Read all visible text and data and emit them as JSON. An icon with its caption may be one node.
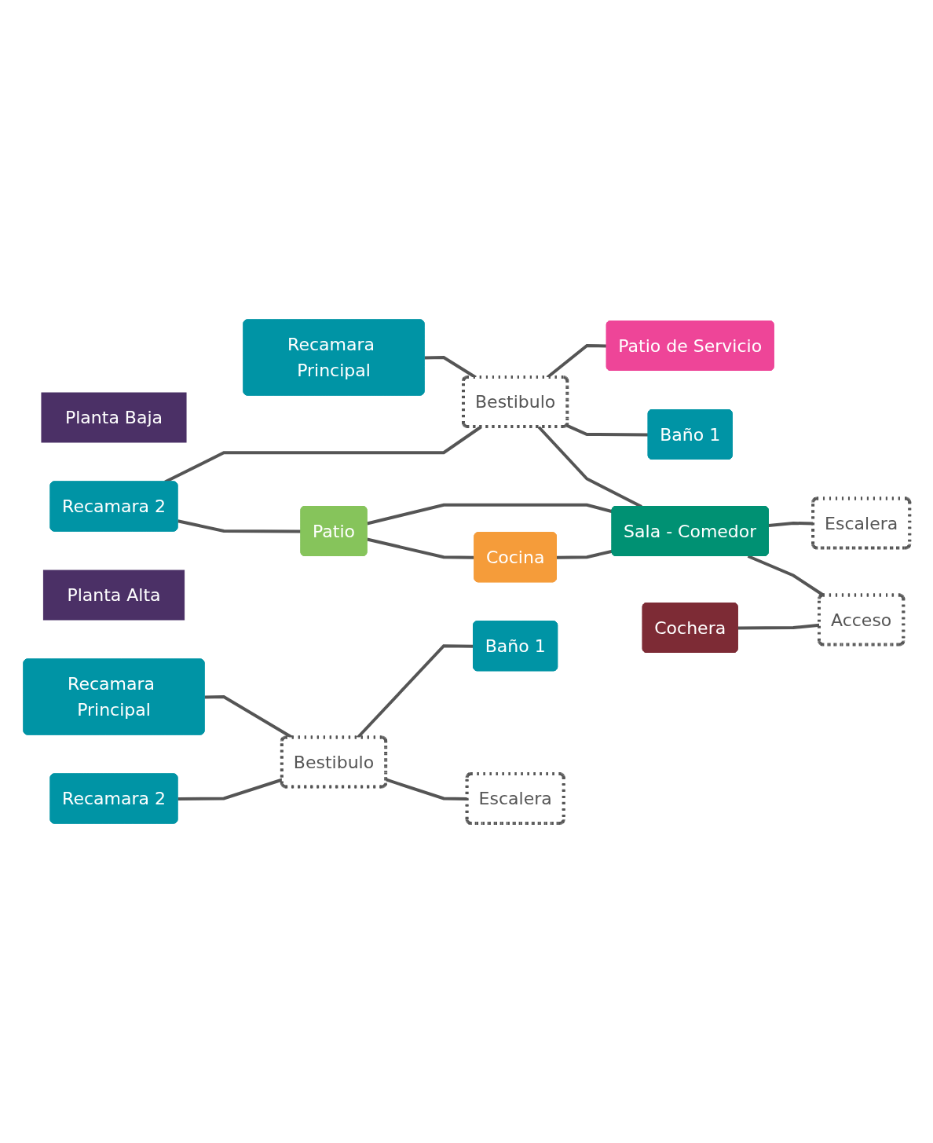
{
  "diagram": {
    "nodes": [
      {
        "text": [
          "Planta Baja"
        ]
      },
      {
        "text": [
          "Recamara Principal"
        ]
      },
      {
        "text": [
          "Bestibulo"
        ]
      },
      {
        "text": [
          "Patio de Servicio"
        ]
      },
      {
        "text": [
          "Recamara 2"
        ]
      },
      {
        "text": [
          "Baño 1"
        ]
      },
      {
        "text": [
          "Patio"
        ]
      },
      {
        "text": [
          "Sala - Comedor"
        ]
      },
      {
        "text": [
          "Escalera"
        ]
      },
      {
        "text": [
          "Cocina"
        ]
      },
      {
        "text": [
          "Cochera"
        ]
      },
      {
        "text": [
          "Acceso"
        ]
      },
      {
        "text": [
          "Planta Alta"
        ]
      },
      {
        "text": [
          "Recamara Principal"
        ]
      },
      {
        "text": [
          "Bestibulo"
        ]
      },
      {
        "text": [
          "Recamara 2"
        ]
      },
      {
        "text": [
          "Baño 1"
        ]
      },
      {
        "text": [
          "Escalera"
        ]
      }
    ],
    "edges": [
      {
        "from": 1,
        "to": 2,
        "arrow": "none"
      },
      {
        "from": 2,
        "to": 3,
        "arrow": "none"
      },
      {
        "from": 4,
        "to": 2,
        "arrow": "none"
      },
      {
        "from": 2,
        "to": 5,
        "arrow": "none"
      },
      {
        "from": 4,
        "to": 6,
        "arrow": "none"
      },
      {
        "from": 2,
        "to": 7,
        "arrow": "none"
      },
      {
        "from": 6,
        "to": 7,
        "arrow": "none"
      },
      {
        "from": 6,
        "to": 9,
        "arrow": "none"
      },
      {
        "from": 9,
        "to": 7,
        "arrow": "none"
      },
      {
        "from": 7,
        "to": 8,
        "arrow": "none"
      },
      {
        "from": 7,
        "to": 11,
        "arrow": "none"
      },
      {
        "from": 10,
        "to": 11,
        "arrow": "none"
      },
      {
        "from": 13,
        "to": 14,
        "arrow": "none"
      },
      {
        "from": 15,
        "to": 14,
        "arrow": "none"
      },
      {
        "from": 14,
        "to": 16,
        "arrow": "none"
      },
      {
        "from": 14,
        "to": 17,
        "arrow": "none"
      }
    ]
  }
}
